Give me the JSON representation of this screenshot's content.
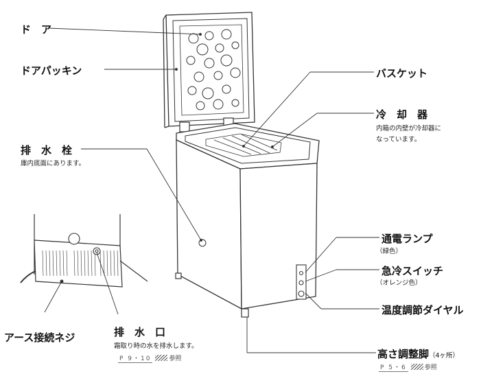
{
  "labels": {
    "door": "ド　ア",
    "door_gasket": "ドアパッキン",
    "basket": "バスケット",
    "cooler": "冷　却　器",
    "cooler_note_1": "内箱の内壁が冷却器に",
    "cooler_note_2": "なっています。",
    "drain_plug": "排　水　栓",
    "drain_plug_note": "庫内底面にあります。",
    "power_lamp": "通電ランプ",
    "power_lamp_color": "（緑色）",
    "quick_freeze_switch": "急冷スイッチ",
    "quick_freeze_color": "（オレンジ色）",
    "temp_dial": "温度調節ダイヤル",
    "ground_screw": "アース接続ネジ",
    "drain_outlet": "排　水　口",
    "drain_outlet_note": "霜取り時の水を排水します。",
    "drain_outlet_ref_page": "P 9・10",
    "drain_outlet_ref_word": "参照",
    "adjust_feet": "高さ調整脚",
    "adjust_feet_count": "（4ヶ所）",
    "adjust_feet_ref_page": "P 5・6",
    "adjust_feet_ref_word": "参照"
  },
  "colors": {
    "line": "#333333",
    "fill": "#ffffff",
    "accent": "#000000"
  }
}
